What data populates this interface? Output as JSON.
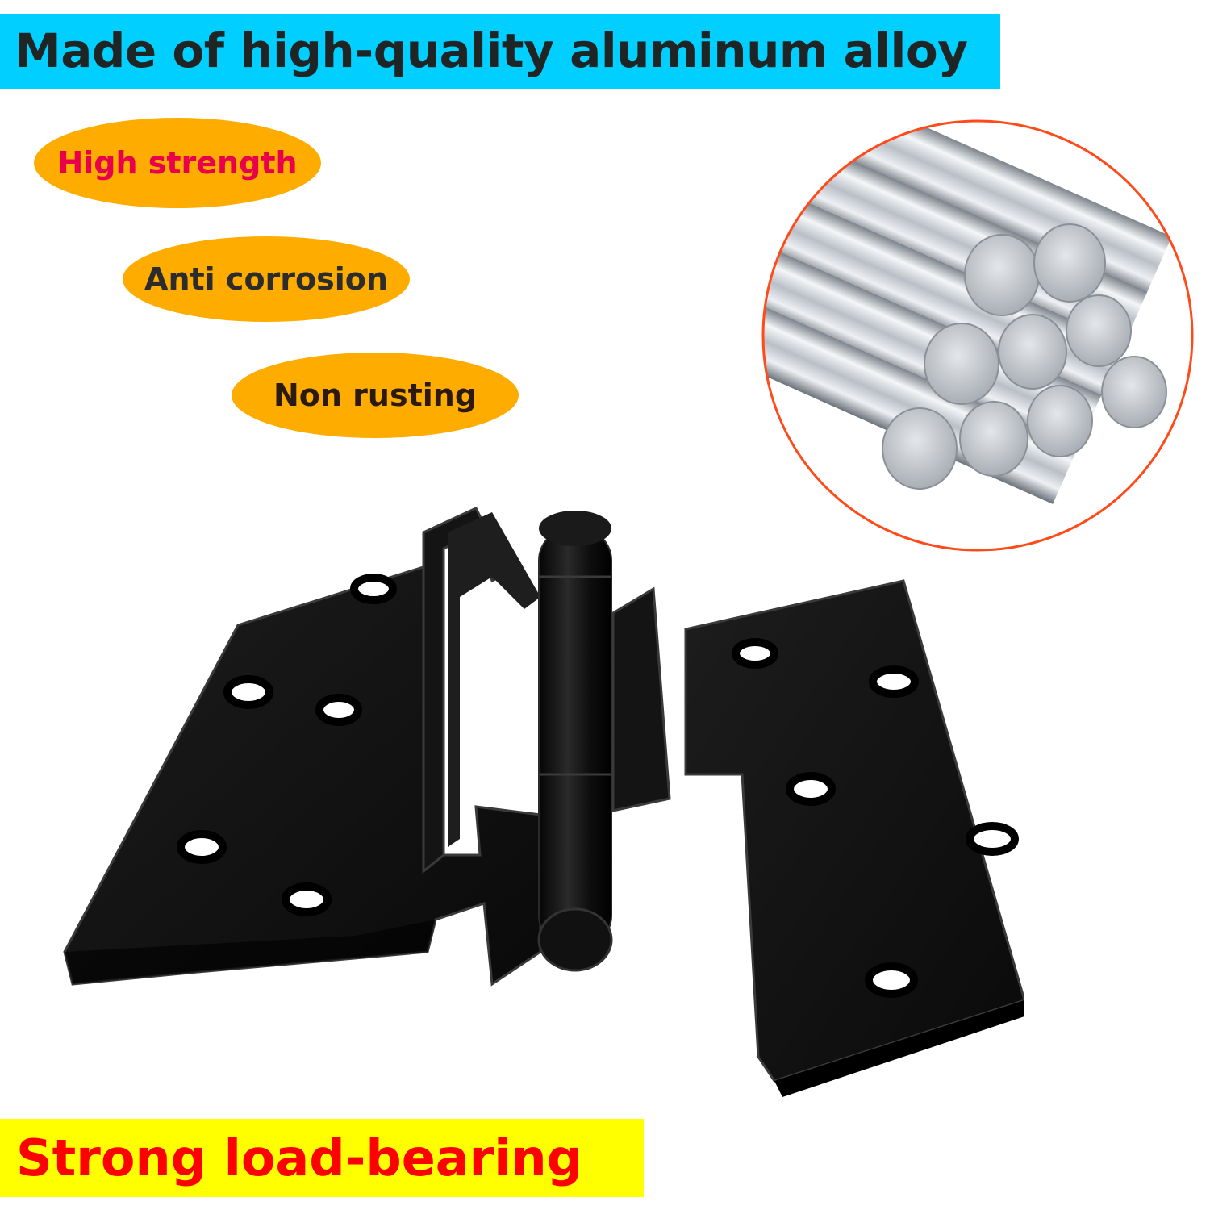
{
  "headline": "Made of high-quality aluminum alloy",
  "features": [
    {
      "label": "High strength"
    },
    {
      "label": "Anti corrosion"
    },
    {
      "label": "Non rusting"
    }
  ],
  "footer": "Strong load-bearing",
  "colors": {
    "headline_bg": "#00cfff",
    "pill_bg": "#ffac00",
    "footer_bg": "#ffff00",
    "footer_text": "#ff0000",
    "circle_ring": "#ff4a1a",
    "hinge": "#111111"
  },
  "images": {
    "material": "aluminum-rods-bundle",
    "product": "black-door-hinge"
  }
}
